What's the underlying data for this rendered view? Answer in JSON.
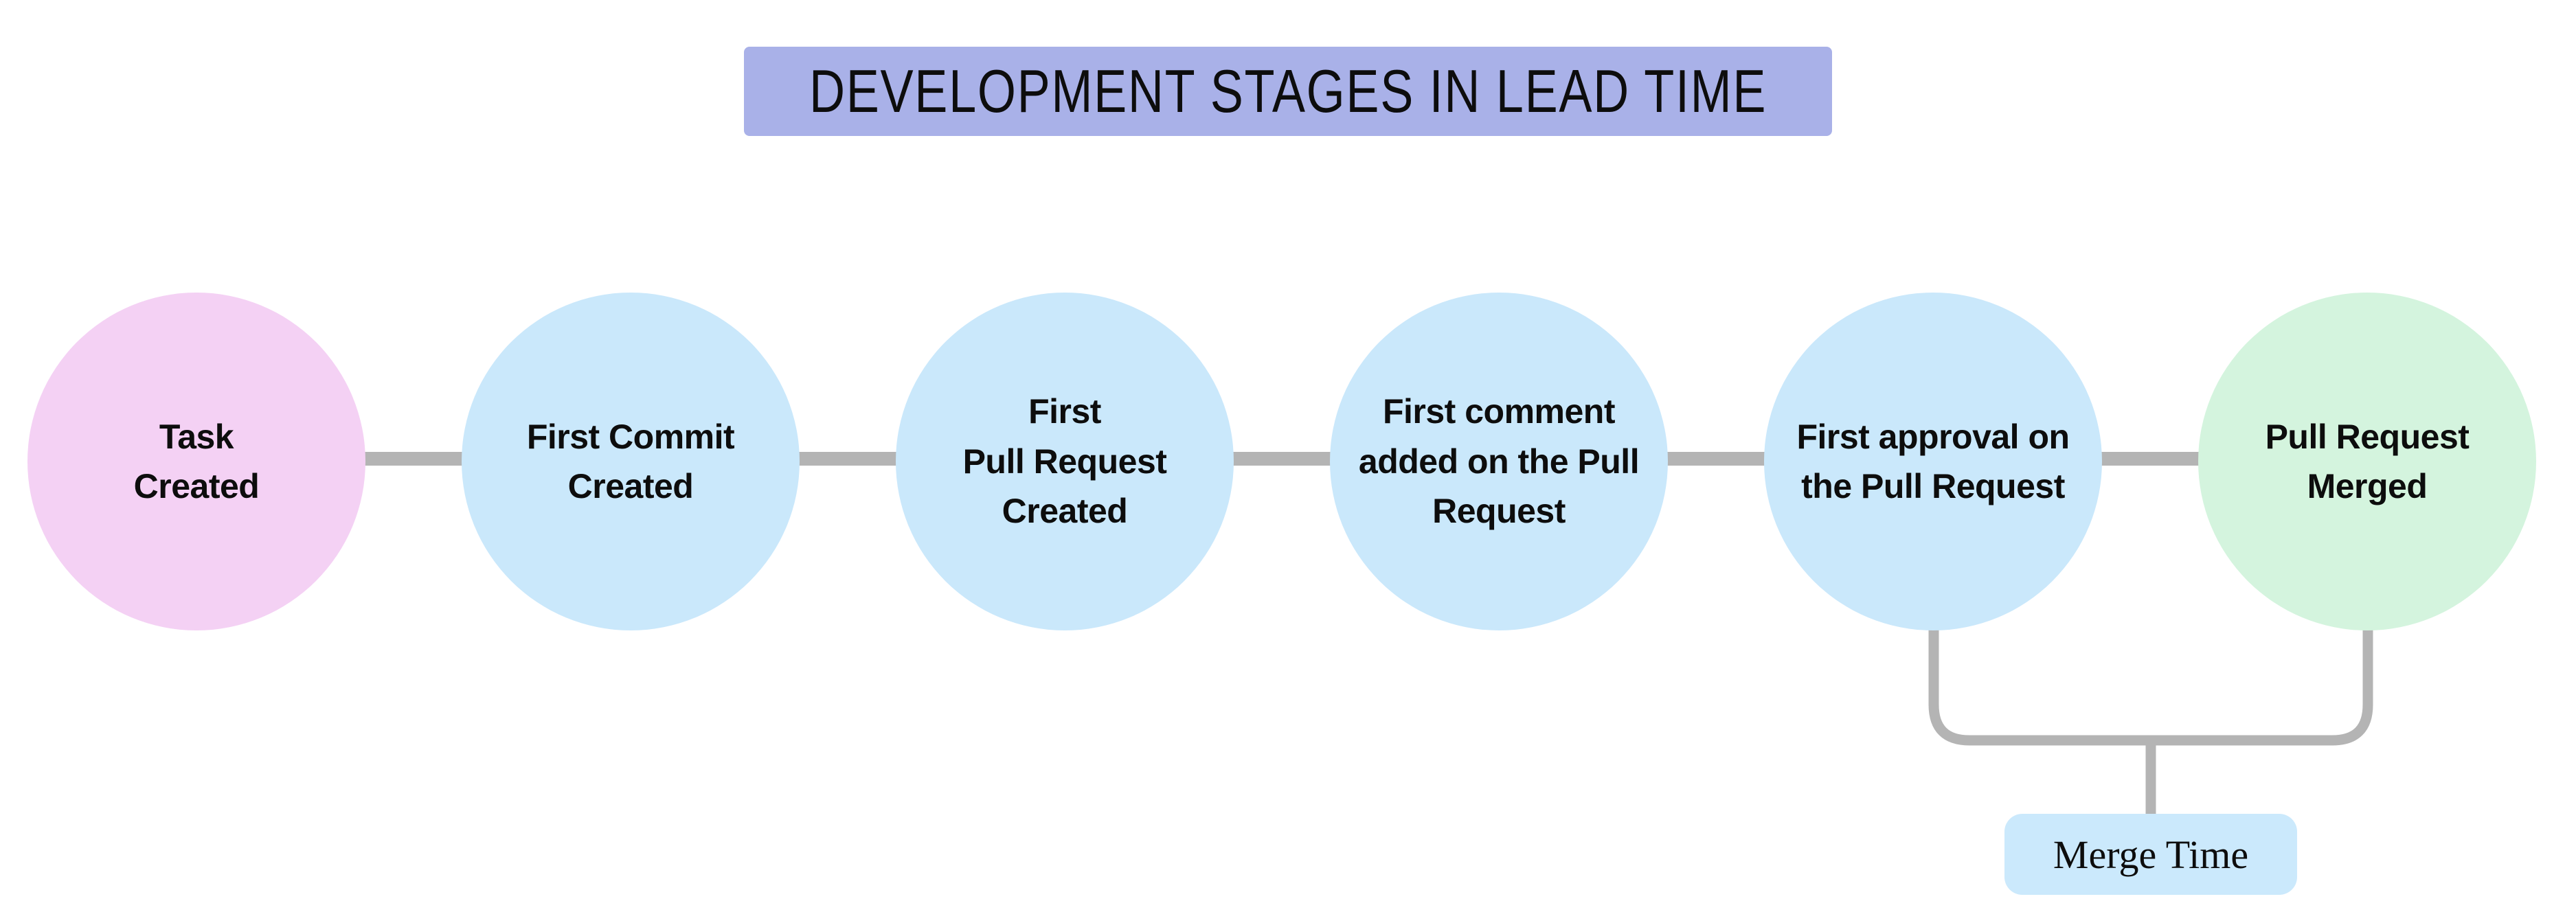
{
  "title": {
    "text": "DEVELOPMENT STAGES IN LEAD TIME"
  },
  "stages": [
    {
      "label": "Task\nCreated",
      "color": "pink"
    },
    {
      "label": "First Commit\nCreated",
      "color": "blue"
    },
    {
      "label": "First\nPull Request\nCreated",
      "color": "blue"
    },
    {
      "label": "First comment\nadded on the Pull\nRequest",
      "color": "blue"
    },
    {
      "label": "First approval on\nthe Pull Request",
      "color": "blue"
    },
    {
      "label": "Pull Request\nMerged",
      "color": "green"
    }
  ],
  "annotation": {
    "label": "Merge Time"
  },
  "colors": {
    "title-bg": "#a9b1e8",
    "stage-pink": "#f4d1f4",
    "stage-blue": "#cae8fb",
    "stage-green": "#d4f4de",
    "connector": "#b4b4b4",
    "merge-box-bg": "#cbe9fc",
    "text": "#0d0d0d",
    "background": "#ffffff"
  }
}
